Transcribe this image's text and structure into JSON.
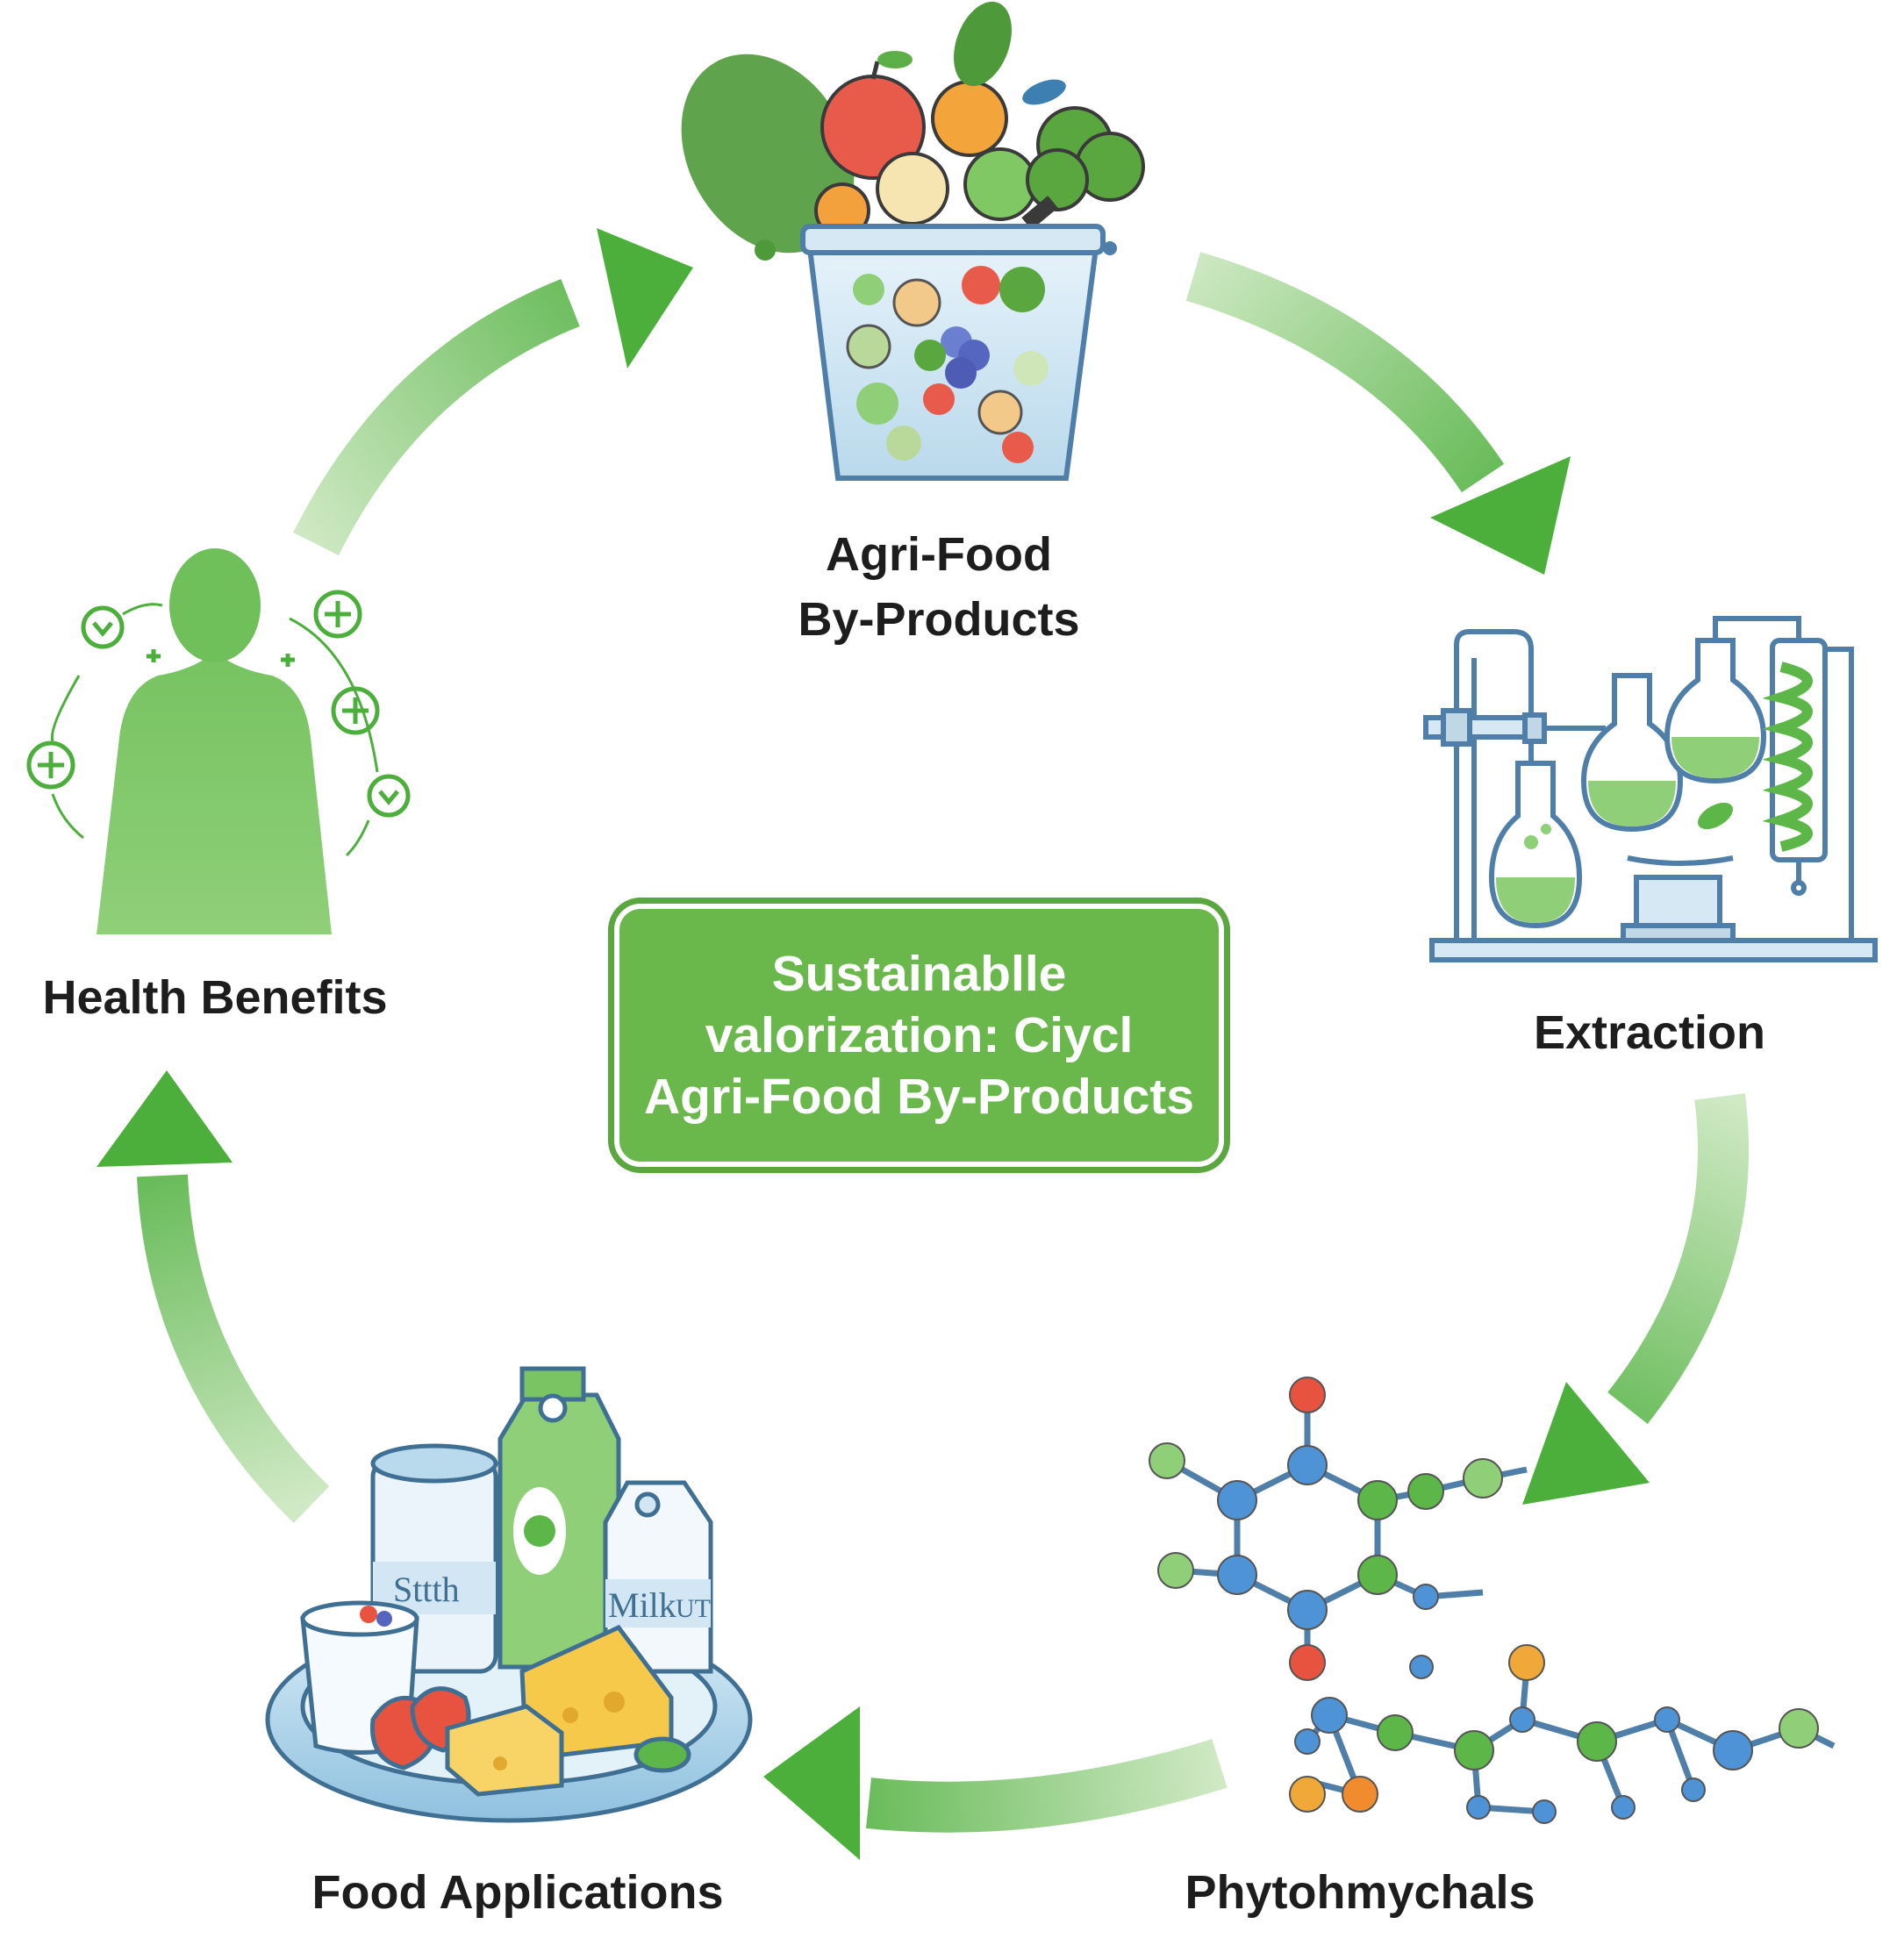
{
  "center": {
    "line1": "Sustainablle",
    "line2": "valorization: Ciycl",
    "line3": "Agri-Food By-Products"
  },
  "nodes": {
    "agri_food": {
      "line1": "Agri-Food",
      "line2": "By-Products",
      "icon": "bucket-of-produce-icon"
    },
    "extraction": {
      "label": "Extraction",
      "icon": "lab-glassware-icon"
    },
    "phytochemicals": {
      "label": "Phytohmychals",
      "icon": "molecule-icon"
    },
    "food_applications": {
      "label": "Food Applications",
      "icon": "food-products-icon"
    },
    "health_benefits": {
      "label": "Health Benefits",
      "icon": "human-silhouette-icon"
    }
  },
  "product_labels": {
    "jar": "Sttth",
    "milk": "Milk",
    "milk_side": "UT"
  },
  "colors": {
    "arrow": "#5cb648",
    "center_box": "#6ab84c",
    "accent_green": "#4caf3c",
    "glass_blue": "#4f7fa8"
  }
}
